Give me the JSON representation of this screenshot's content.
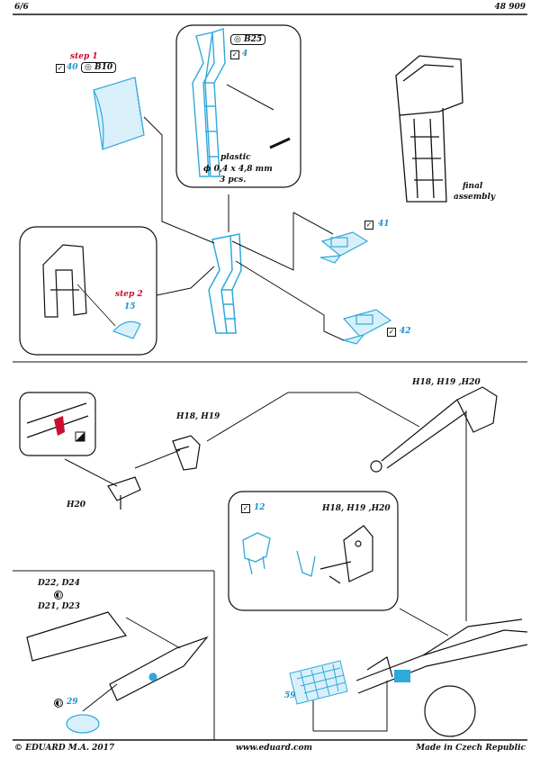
{
  "header": {
    "page": "6/6",
    "code": "48 909"
  },
  "footer": {
    "copyright": "© EDUARD  M.A. 2017",
    "url": "www.eduard.com",
    "made_in": "Made in Czech Republic"
  },
  "top_panel": {
    "step1_label": "step 1",
    "step1_part": "40",
    "step1_ref": "B10",
    "inset_ref": "B25",
    "inset_part": "4",
    "plastic_note": [
      "plastic",
      "ϕ 0,4 x 4,8 mm",
      "3 pcs."
    ],
    "final_assembly": [
      "final",
      "assembly"
    ],
    "part41": "41",
    "part42": "42",
    "step2_label": "step 2",
    "step2_part": "15"
  },
  "bottom_panel": {
    "label_h18_h19": "H18, H19",
    "label_h20": "H20",
    "label_h18_h19_h20_top": "H18, H19 ,H20",
    "label_h18_h19_h20_inset": "H18, H19 ,H20",
    "part12": "12",
    "part59": "59",
    "side_labels": [
      "D22, D24",
      "D21, D23"
    ],
    "part29": "29"
  },
  "colors": {
    "etch_blue": "#2ea9dc",
    "red_accent": "#c8102e"
  }
}
